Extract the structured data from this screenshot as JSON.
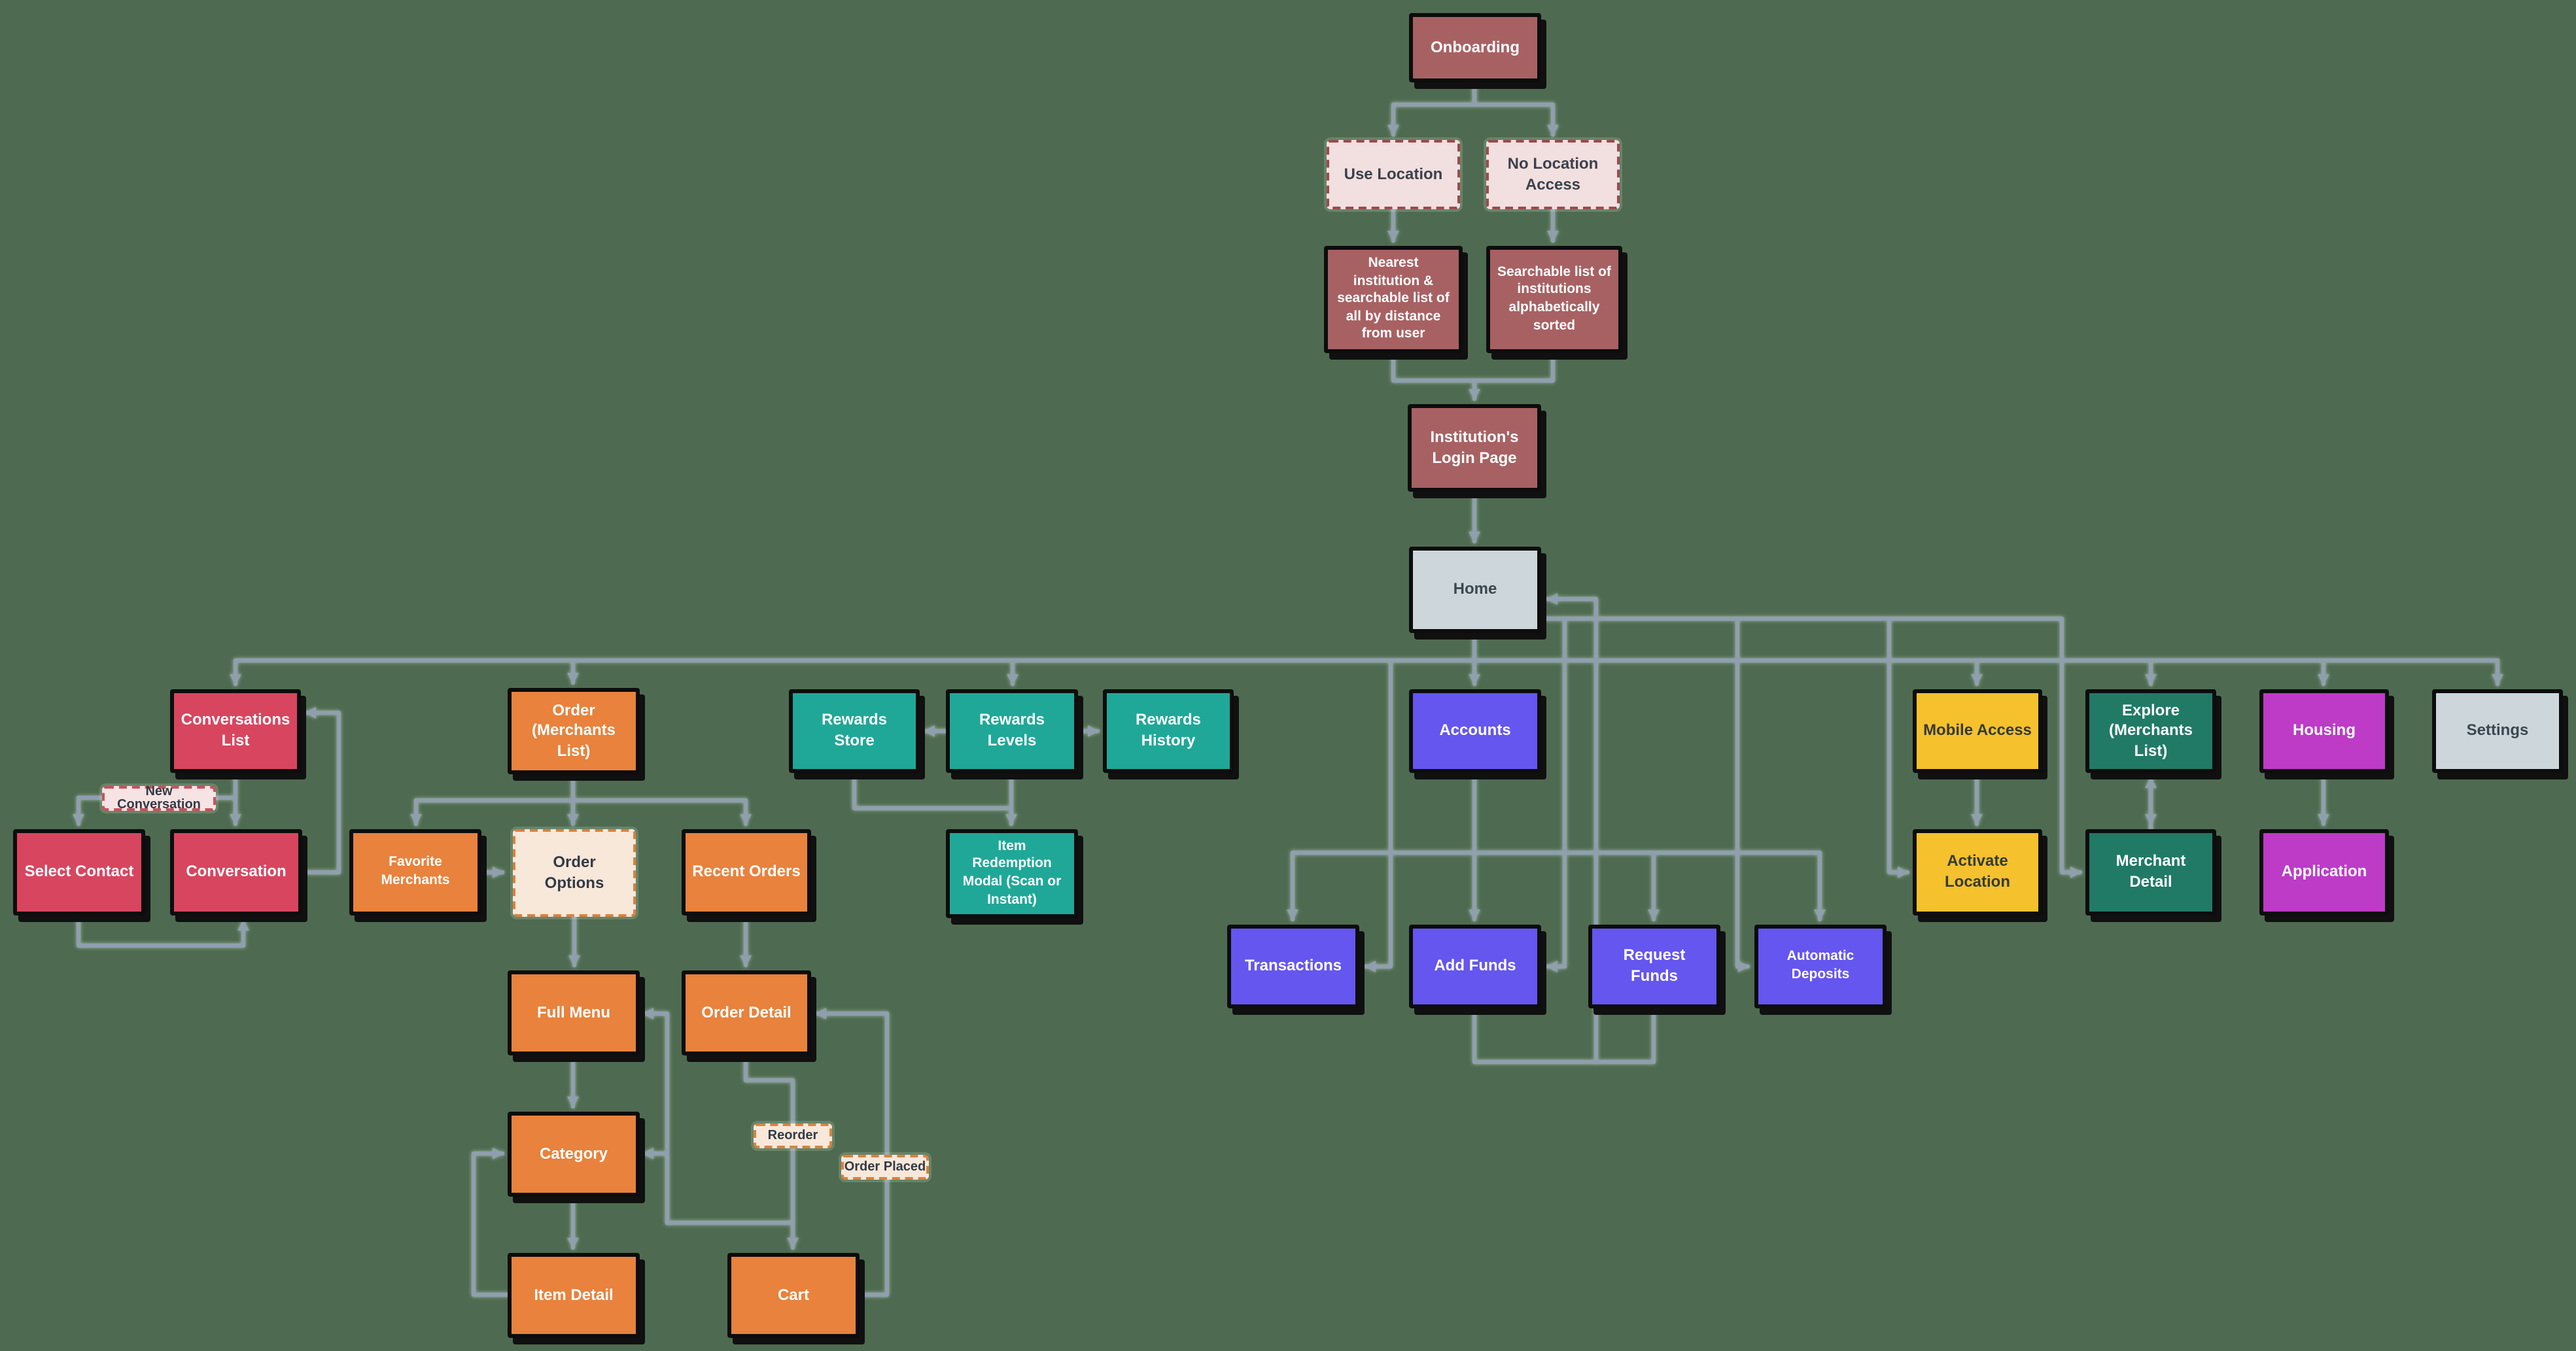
{
  "palette": {
    "background": "#4e6b51",
    "connector": "#8f9fae",
    "maroon": "#a86163",
    "crimson": "#d8455f",
    "orange": "#e8823d",
    "teal": "#1fa897",
    "dark_teal": "#207a66",
    "purple": "#6456ef",
    "yellow": "#f5c12d",
    "magenta": "#bd3bc7",
    "neutral_gray": "#cdd7db",
    "dashed_pink_fill": "#f2dfdf",
    "dashed_cream_fill": "#f8e8da",
    "box_border": "#0d0d0d"
  },
  "nodes": {
    "onboarding": {
      "label": "Onboarding"
    },
    "use_location": {
      "label": "Use Location"
    },
    "no_location_access": {
      "label": "No Location Access"
    },
    "nearest_institution": {
      "label": "Nearest institution & searchable list of all by distance from user"
    },
    "searchable_list": {
      "label": "Searchable list of institutions alphabetically sorted"
    },
    "institution_login": {
      "label": "Institution's Login Page"
    },
    "home": {
      "label": "Home"
    },
    "conversations_list": {
      "label": "Conversations List"
    },
    "new_conversation": {
      "label": "New Conversation"
    },
    "select_contact": {
      "label": "Select Contact"
    },
    "conversation": {
      "label": "Conversation"
    },
    "order": {
      "label": "Order (Merchants List)"
    },
    "favorite_merchants": {
      "label": "Favorite Merchants"
    },
    "order_options": {
      "label": "Order Options"
    },
    "recent_orders": {
      "label": "Recent Orders"
    },
    "full_menu": {
      "label": "Full Menu"
    },
    "order_detail": {
      "label": "Order Detail"
    },
    "category": {
      "label": "Category"
    },
    "reorder": {
      "label": "Reorder"
    },
    "order_placed": {
      "label": "Order Placed"
    },
    "item_detail": {
      "label": "Item Detail"
    },
    "cart": {
      "label": "Cart"
    },
    "rewards_store": {
      "label": "Rewards Store"
    },
    "rewards_levels": {
      "label": "Rewards Levels"
    },
    "rewards_history": {
      "label": "Rewards History"
    },
    "item_redemption": {
      "label": "Item Redemption Modal (Scan or Instant)"
    },
    "accounts": {
      "label": "Accounts"
    },
    "transactions": {
      "label": "Transactions"
    },
    "add_funds": {
      "label": "Add Funds"
    },
    "request_funds": {
      "label": "Request Funds"
    },
    "automatic_deposits": {
      "label": "Automatic Deposits"
    },
    "mobile_access": {
      "label": "Mobile Access"
    },
    "activate_location": {
      "label": "Activate Location"
    },
    "explore": {
      "label": "Explore (Merchants List)"
    },
    "merchant_detail": {
      "label": "Merchant Detail"
    },
    "housing": {
      "label": "Housing"
    },
    "application": {
      "label": "Application"
    },
    "settings": {
      "label": "Settings"
    }
  },
  "edges": [
    {
      "from": "onboarding",
      "to": "use_location"
    },
    {
      "from": "onboarding",
      "to": "no_location_access"
    },
    {
      "from": "use_location",
      "to": "nearest_institution"
    },
    {
      "from": "no_location_access",
      "to": "searchable_list"
    },
    {
      "from": "nearest_institution",
      "to": "institution_login"
    },
    {
      "from": "searchable_list",
      "to": "institution_login"
    },
    {
      "from": "institution_login",
      "to": "home"
    },
    {
      "from": "home",
      "to": "conversations_list"
    },
    {
      "from": "home",
      "to": "order"
    },
    {
      "from": "home",
      "to": "rewards_levels"
    },
    {
      "from": "home",
      "to": "accounts"
    },
    {
      "from": "home",
      "to": "mobile_access"
    },
    {
      "from": "home",
      "to": "explore"
    },
    {
      "from": "home",
      "to": "housing"
    },
    {
      "from": "home",
      "to": "settings"
    },
    {
      "from": "conversations_list",
      "to": "conversation"
    },
    {
      "from": "conversations_list",
      "to": "select_contact",
      "label": "New Conversation"
    },
    {
      "from": "select_contact",
      "to": "conversation"
    },
    {
      "from": "conversation",
      "to": "conversations_list"
    },
    {
      "from": "order",
      "to": "favorite_merchants"
    },
    {
      "from": "order",
      "to": "order_options"
    },
    {
      "from": "order",
      "to": "recent_orders"
    },
    {
      "from": "favorite_merchants",
      "to": "order_options"
    },
    {
      "from": "order_options",
      "to": "full_menu"
    },
    {
      "from": "recent_orders",
      "to": "order_detail"
    },
    {
      "from": "full_menu",
      "to": "category"
    },
    {
      "from": "category",
      "to": "item_detail"
    },
    {
      "from": "item_detail",
      "to": "category"
    },
    {
      "from": "order_detail",
      "to": "cart",
      "label": "Reorder"
    },
    {
      "from": "cart",
      "to": "order_detail",
      "label": "Order Placed"
    },
    {
      "from": "cart",
      "to": "category"
    },
    {
      "from": "cart",
      "to": "full_menu"
    },
    {
      "from": "rewards_levels",
      "to": "rewards_store"
    },
    {
      "from": "rewards_levels",
      "to": "rewards_history"
    },
    {
      "from": "rewards_store",
      "to": "item_redemption"
    },
    {
      "from": "rewards_levels",
      "to": "item_redemption"
    },
    {
      "from": "accounts",
      "to": "transactions"
    },
    {
      "from": "accounts",
      "to": "add_funds"
    },
    {
      "from": "accounts",
      "to": "request_funds"
    },
    {
      "from": "accounts",
      "to": "automatic_deposits"
    },
    {
      "from": "add_funds",
      "to": "home"
    },
    {
      "from": "request_funds",
      "to": "home"
    },
    {
      "from": "home",
      "to": "transactions"
    },
    {
      "from": "home",
      "to": "add_funds"
    },
    {
      "from": "home",
      "to": "automatic_deposits"
    },
    {
      "from": "home",
      "to": "activate_location"
    },
    {
      "from": "home",
      "to": "merchant_detail"
    },
    {
      "from": "mobile_access",
      "to": "activate_location"
    },
    {
      "from": "explore",
      "to": "merchant_detail"
    },
    {
      "from": "merchant_detail",
      "to": "explore"
    },
    {
      "from": "housing",
      "to": "application"
    }
  ]
}
